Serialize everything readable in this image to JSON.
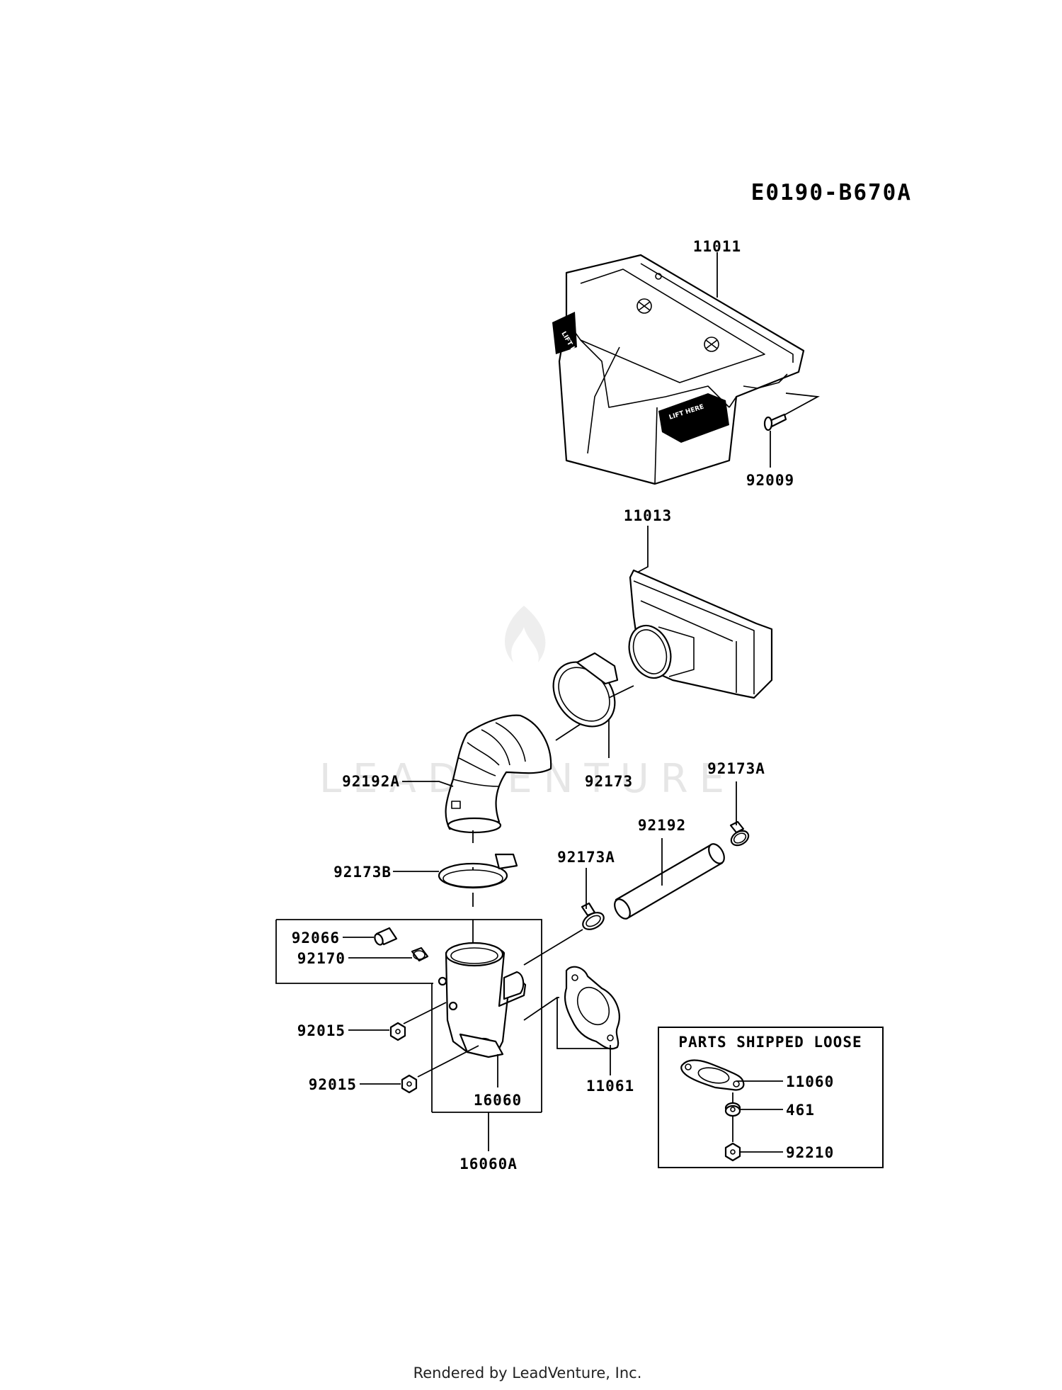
{
  "diagram_code": "E0190-B670A",
  "watermark": "LEADVENTURE",
  "footer": "Rendered by LeadVenture, Inc.",
  "parts_shipped_loose": {
    "title": "PARTS SHIPPED LOOSE",
    "items": [
      "11060",
      "461",
      "92210"
    ]
  },
  "callouts": {
    "air_cleaner_cover": "11011",
    "screw": "92009",
    "air_filter_element": "11013",
    "clamp_92173": "92173",
    "elbow_hose": "92192A",
    "clamp_92173A_upper": "92173A",
    "breather_hose": "92192",
    "clamp_92173A_lower": "92173A",
    "clamp_92173B": "92173B",
    "plug_92066": "92066",
    "clamp_92170": "92170",
    "nut_upper": "92015",
    "nut_lower": "92015",
    "pipe_16060": "16060",
    "pipe_assembly": "16060A",
    "gasket_11061": "11061"
  },
  "shape_labels": {
    "lift_here_left": "LIFT HERE",
    "lift_here_right": "LIFT HERE"
  }
}
